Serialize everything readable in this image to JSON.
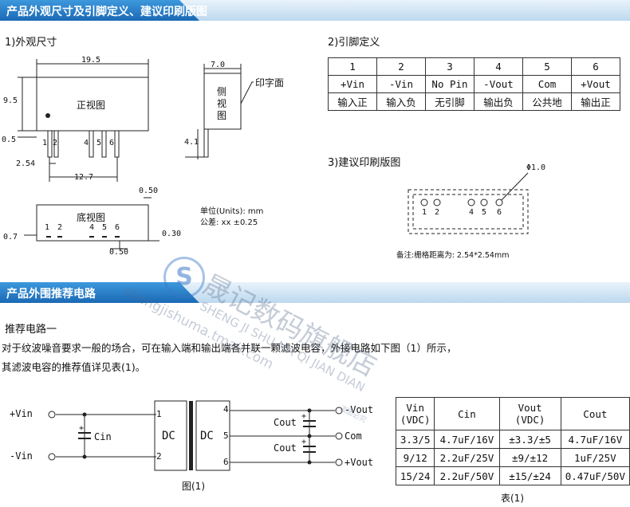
{
  "section1": {
    "banner": "产品外观尺寸及引脚定义、建议印刷版图",
    "dims_heading": "1)外观尺寸",
    "pins_heading": "2)引脚定义",
    "pcb_heading": "3)建议印刷版图"
  },
  "front_view": {
    "label": "正视图",
    "width": "19.5",
    "height": "9.5",
    "standoff": "0.5",
    "pin_numbers": [
      "1",
      "2",
      "4",
      "5",
      "6"
    ],
    "pitch": "2.54",
    "span": "12.7"
  },
  "side_view": {
    "width": "7.0",
    "label": [
      "侧",
      "视",
      "图"
    ],
    "print_face": "印字面",
    "pin_length": "4.1"
  },
  "bottom_view": {
    "label": "底视图",
    "pin_numbers": [
      "1",
      "2",
      "4",
      "5",
      "6"
    ],
    "dim_left": "0.7",
    "dim_top": "0.50",
    "dim_right": "0.30",
    "dim_bottom": "0.50"
  },
  "units": {
    "line1": "单位(Units): mm",
    "line2": "公差: xx ±0.25"
  },
  "pin_table": {
    "numbers": [
      "1",
      "2",
      "3",
      "4",
      "5",
      "6"
    ],
    "names": [
      "+Vin",
      "-Vin",
      "No Pin",
      "-Vout",
      "Com",
      "+Vout"
    ],
    "functions": [
      "输入正",
      "输入负",
      "无引脚",
      "输出负",
      "公共地",
      "输出正"
    ]
  },
  "pcb": {
    "hole": "Φ1.0",
    "pin_numbers": [
      "1",
      "2",
      "4",
      "5",
      "6"
    ],
    "note": "备注:栅格距离为: 2.54*2.54mm"
  },
  "section2": {
    "banner": "产品外围推荐电路",
    "sub": "推荐电路一",
    "para1": "对于纹波噪音要求一般的场合，可在输入端和输出端各并联一颗滤波电容，外接电路如下图（1）所示，",
    "para2": "其滤波电容的推荐值详见表(1)。"
  },
  "circuit": {
    "vin_pos": "+Vin",
    "vin_neg": "-Vin",
    "cin": "Cin",
    "dc_left": "DC",
    "dc_right": "DC",
    "left_pins": [
      "1",
      "2"
    ],
    "right_pins": [
      "4",
      "5",
      "6"
    ],
    "cout": "Cout",
    "out_neg": "-Vout",
    "out_com": "Com",
    "out_pos": "+Vout",
    "plus": "+",
    "caption": "图(1)"
  },
  "cap_table": {
    "headers": [
      "Vin\n(VDC)",
      "Cin",
      "Vout\n(VDC)",
      "Cout"
    ],
    "rows": [
      [
        "3.3/5",
        "4.7uF/16V",
        "±3.3/±5",
        "4.7uF/16V"
      ],
      [
        "9/12",
        "2.2uF/25V",
        "±9/±12",
        "1uF/25V"
      ],
      [
        "15/24",
        "2.2uF/50V",
        "±15/±24",
        "0.47uF/50V"
      ]
    ],
    "caption": "表(1)"
  },
  "watermark": {
    "cn": "晟记数码旗舰店",
    "pinyin": "SHENG JI SHU MA QI JIAN DIAN",
    "url": "shengjishuma.tmall.com",
    "small": "盗图必究",
    "logo": "S"
  },
  "colors": {
    "banner_dark": "#1b69b5",
    "banner_light": "#bcd8ee",
    "text": "#111111"
  }
}
